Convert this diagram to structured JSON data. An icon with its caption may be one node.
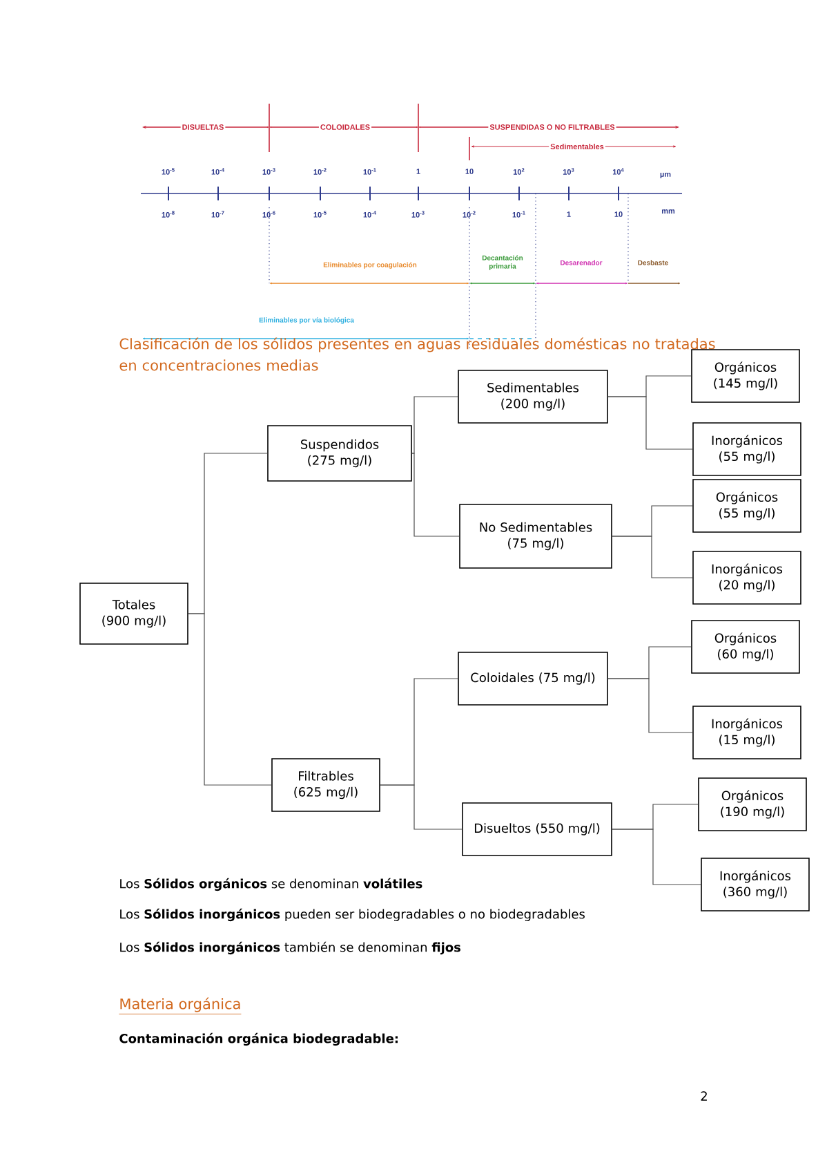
{
  "diagram": {
    "title": "Clasificación de los sólidos presentes en aguas residuales domésticas no tratadas en concentraciones medias",
    "nodes": [
      {
        "text": [
          "Totales (900 mg/l)"
        ]
      },
      {
        "text": [
          "Suspendidos (275 mg/l)"
        ]
      },
      {
        "text": [
          "Sedimentables (200 mg/l)"
        ]
      },
      {
        "text": [
          "Orgánicos (145 mg/l)"
        ]
      },
      {
        "text": [
          "Inorgánicos (55 mg/l)"
        ]
      },
      {
        "text": [
          "No Sedimentables (75 mg/l)"
        ]
      },
      {
        "text": [
          "Orgánicos (55 mg/l)"
        ]
      },
      {
        "text": [
          "Inorgánicos (20 mg/l)"
        ]
      },
      {
        "text": [
          "Filtrables (625 mg/l)"
        ]
      },
      {
        "text": [
          "Coloidales (75 mg/l)"
        ]
      },
      {
        "text": [
          "Orgánicos (60 mg/l)"
        ]
      },
      {
        "text": [
          "Inorgánicos (15 mg/l)"
        ]
      },
      {
        "text": [
          "Disueltos (550 mg/l)"
        ]
      },
      {
        "text": [
          "Orgánicos (190 mg/l)"
        ]
      },
      {
        "text": [
          "Inorgánicos (360 mg/l)"
        ]
      }
    ],
    "edges": [
      {
        "from": 0,
        "to": 1,
        "arrow": "none"
      },
      {
        "from": 0,
        "to": 8,
        "arrow": "none"
      },
      {
        "from": 1,
        "to": 2,
        "arrow": "none"
      },
      {
        "from": 1,
        "to": 5,
        "arrow": "none"
      },
      {
        "from": 2,
        "to": 3,
        "arrow": "none"
      },
      {
        "from": 2,
        "to": 4,
        "arrow": "none"
      },
      {
        "from": 5,
        "to": 6,
        "arrow": "none"
      },
      {
        "from": 5,
        "to": 7,
        "arrow": "none"
      },
      {
        "from": 8,
        "to": 9,
        "arrow": "none"
      },
      {
        "from": 8,
        "to": 12,
        "arrow": "none"
      },
      {
        "from": 9,
        "to": 10,
        "arrow": "none"
      },
      {
        "from": 9,
        "to": 11,
        "arrow": "none"
      },
      {
        "from": 12,
        "to": 13,
        "arrow": "none"
      },
      {
        "from": 12,
        "to": 14,
        "arrow": "none"
      }
    ],
    "labels": [
      "DISUELTAS",
      "COLOIDALES",
      "SUSPENDIDAS O NO FILTRABLES",
      "Sedimentables",
      "10$^{-5}$",
      "10$^{-4}$",
      "10$^{-3}$",
      "10$^{-2}$",
      "10$^{-1}$",
      "1",
      "10",
      "10$^{2}$",
      "10$^{3}$",
      "10$^{4}$",
      "µm",
      "10$^{-8}$",
      "10$^{-7}$",
      "10$^{-6}$",
      "10$^{-5}$",
      "10$^{-4}$",
      "10$^{-3}$",
      "10$^{-2}$",
      "10$^{-1}$",
      "1",
      "10",
      "mm",
      "Eliminables por coagulación",
      "Decantación primaria",
      "Desarenador",
      "Desbaste",
      "Eliminables por vía biológica",
      "Los **Sólidos orgánicos** se denominan **volátiles**",
      "Los **Sólidos inorgánicos** pueden ser biodegradables o no biodegradables",
      "Los **Sólidos inorgánicos** también se denominan **fijos**",
      "Materia orgánica",
      "Contaminación orgánica biodegradable:",
      "2"
    ]
  }
}
